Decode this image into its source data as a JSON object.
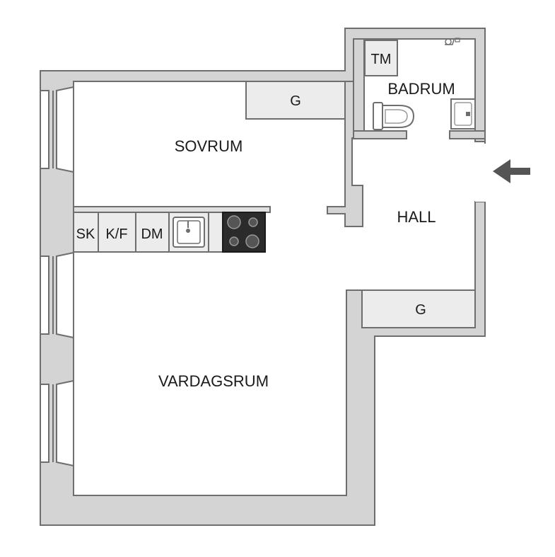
{
  "rooms": {
    "sovrum": "SOVRUM",
    "vardagsrum": "VARDAGSRUM",
    "hall": "HALL",
    "badrum": "BADRUM"
  },
  "fixtures": {
    "garderob_sovrum": "G",
    "garderob_hall": "G",
    "tvattmaskin": "TM",
    "skap": "SK",
    "kyl_frys": "K/F",
    "diskmaskin": "DM"
  },
  "icons": {
    "entrance": "entrance-arrow-icon",
    "sink": "kitchen-sink-icon",
    "stove": "stove-icon",
    "toilet": "toilet-icon",
    "washbasin": "washbasin-icon",
    "faucet": "faucet-icon"
  },
  "colors": {
    "wall_fill": "#d4d4d4",
    "wall_stroke": "#6e6e6e",
    "cabinet_fill": "#ececec",
    "stove_fill": "#2b2b2b",
    "arrow": "#555555"
  }
}
